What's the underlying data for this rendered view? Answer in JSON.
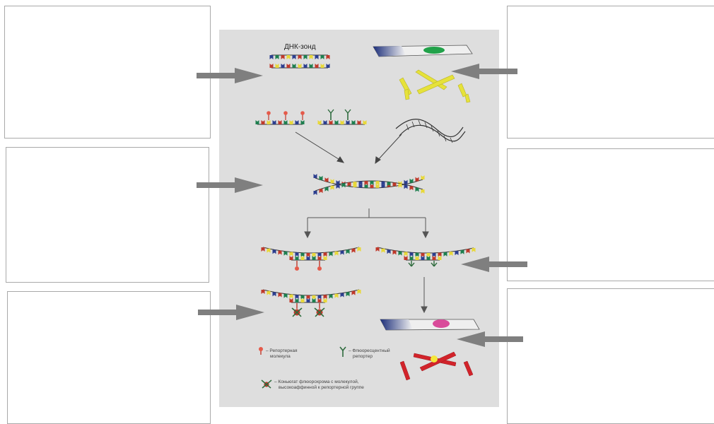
{
  "probe_label": "ДНК-зонд",
  "legend": {
    "reporter_line1": "– Репортерная",
    "reporter_line2": "молекула",
    "fluor_line1": "– Флюоресцентный",
    "fluor_line2": "репортер",
    "conjugate_line1": "– Коньюгат флюорохрома с молекулой,",
    "conjugate_line2": "высокоаффинной к репортерной группе"
  },
  "colors": {
    "arrow": "#7f7f7f",
    "panel": "#dedede",
    "box_border": "#a9a9a9",
    "base_red": "#c0392b",
    "base_blue": "#2c3e8f",
    "base_green": "#1e7f4f",
    "base_yellow": "#e8d83a",
    "chromosome_yellow": "#e6e23a",
    "chromosome_red": "#d2232a",
    "slide_green": "#22a24a",
    "slide_pink": "#d94b9a"
  },
  "answer_boxes": [
    {
      "side": "left",
      "text": ""
    },
    {
      "side": "left",
      "text": ""
    },
    {
      "side": "left",
      "text": ""
    },
    {
      "side": "right",
      "text": ""
    },
    {
      "side": "right",
      "text": ""
    },
    {
      "side": "right",
      "text": ""
    }
  ]
}
